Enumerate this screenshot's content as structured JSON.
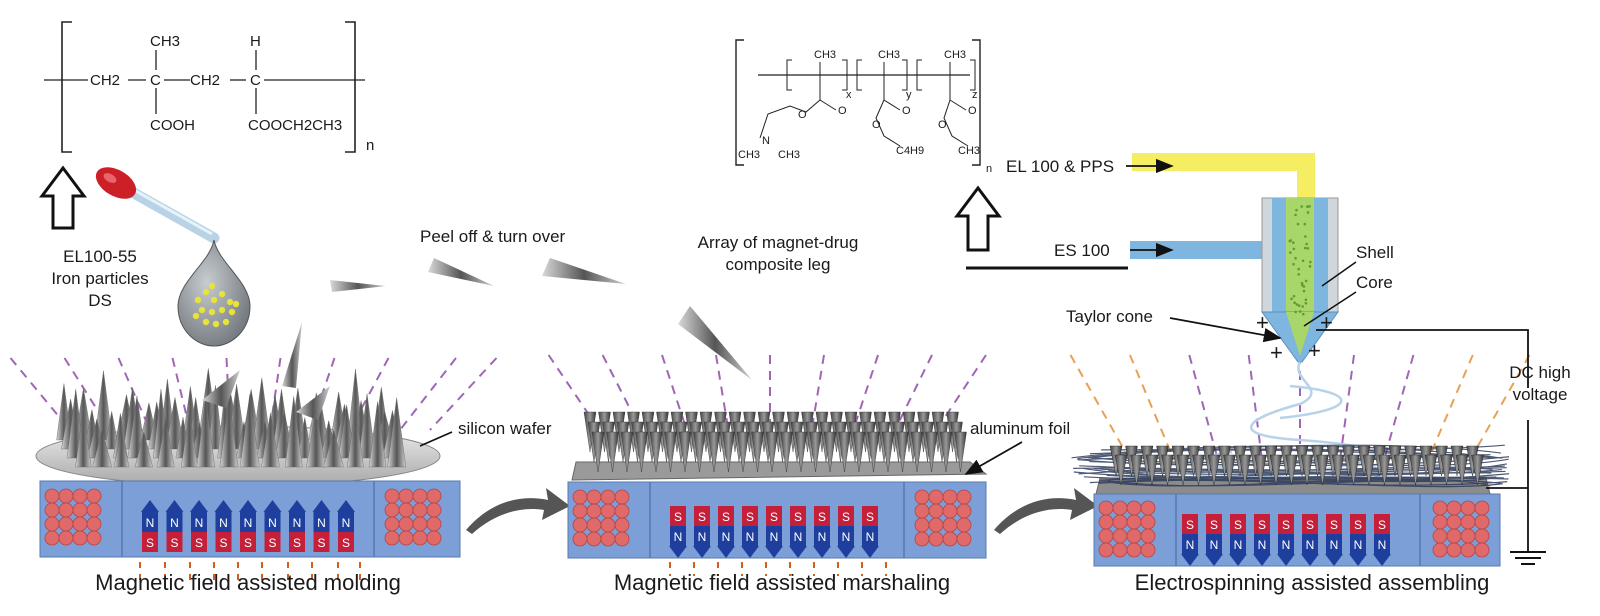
{
  "formula1": {
    "ch3": "CH3",
    "h": "H",
    "ch2a": "CH2",
    "c1": "C",
    "ch2b": "CH2",
    "c2": "C",
    "cooh": "COOH",
    "ester": "COOCH2CH3",
    "n": "n"
  },
  "formula2": {
    "ch3": "CH3",
    "x": "x",
    "y": "y",
    "z": "z",
    "o": "O",
    "n_atom": "N",
    "c4h9": "C4H9",
    "n": "n"
  },
  "labels": {
    "precursor": [
      "EL100-55",
      "Iron particles",
      "DS"
    ],
    "peel": "Peel off & turn over",
    "array": [
      "Array of magnet-drug",
      "composite leg"
    ],
    "silicon_wafer": "silicon wafer",
    "aluminum_foil": "aluminum foil",
    "el100_pps": "EL 100 & PPS",
    "es100": "ES 100",
    "shell": "Shell",
    "core": "Core",
    "taylor_cone": "Taylor cone",
    "dc": [
      "DC high",
      "voltage"
    ]
  },
  "magnet": {
    "n": "N",
    "s": "S"
  },
  "charges": {
    "plus": "+"
  },
  "captions": {
    "molding": "Magnetic field assisted molding",
    "marshaling": "Magnetic field assisted marshaling",
    "assembling": "Electrospinning assisted assembling"
  },
  "colors": {
    "base": "#7b9fd6",
    "coil": "#e06a6a",
    "magnet_north": "#1f3f9e",
    "magnet_south": "#c4203a",
    "field_line": "#a066b4",
    "orange_field": "#e8a055",
    "yellow": "#f5ee63",
    "blue_feed": "#7fb6e0",
    "core": "#a8d66b",
    "dropper_bulb": "#cc1f28"
  }
}
